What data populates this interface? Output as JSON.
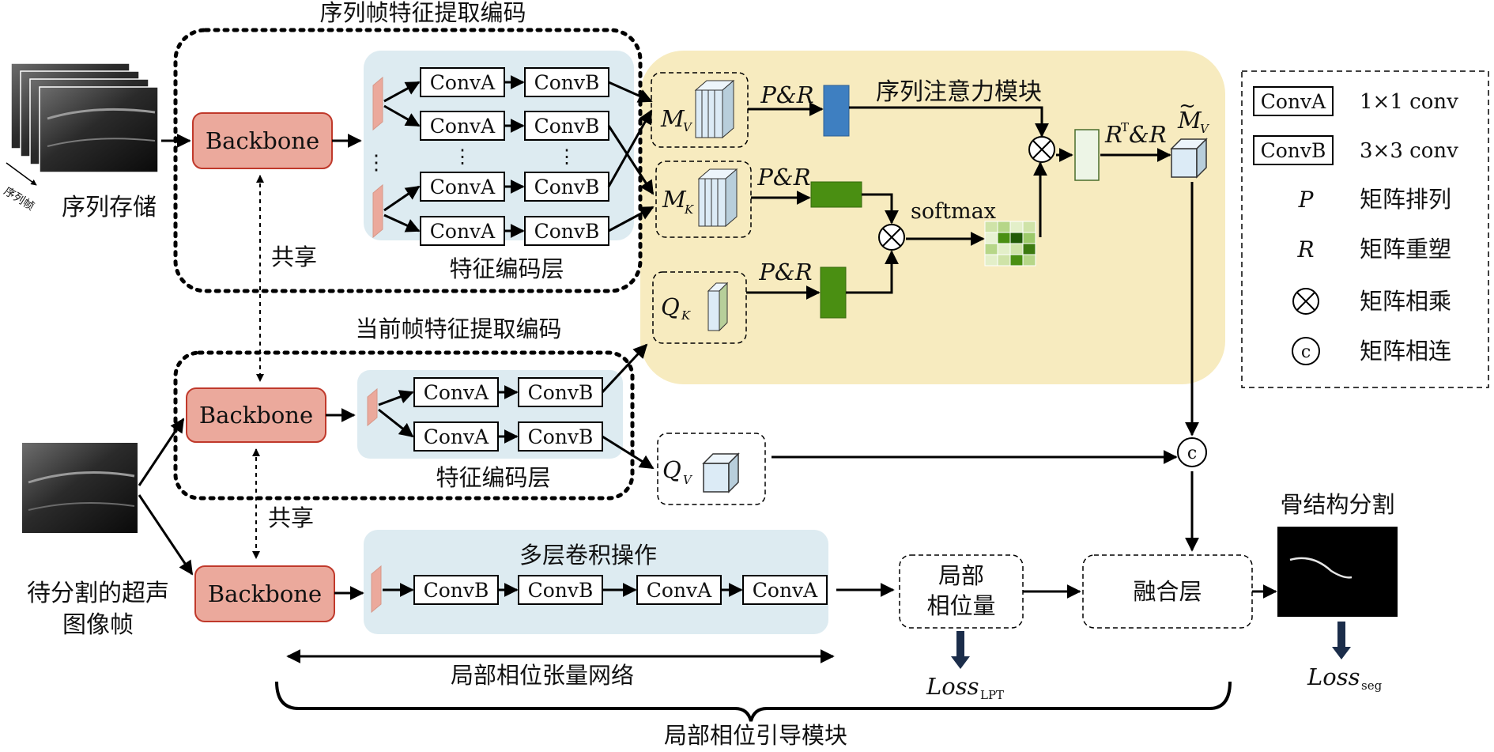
{
  "labels": {
    "seq_encode_title": "序列帧特征提取编码",
    "seq_storage": "序列存储",
    "seq_frames": "序列帧",
    "cur_encode_title": "当前帧特征提取编码",
    "backbone": "Backbone",
    "shared": "共享",
    "feature_encode_layer": "特征编码层",
    "conva": "ConvA",
    "convb": "ConvB",
    "multi_conv": "多层卷积操作",
    "seq_attention": "序列注意力模块",
    "softmax": "softmax",
    "pr": "P&R",
    "rtr_main": "R",
    "rtr_sup": "T",
    "rtr_tail": "&R",
    "m_letter": "M",
    "q_letter": "Q",
    "sub_v": "V",
    "sub_k": "K",
    "local_phase_l1": "局部",
    "local_phase_l2": "相位量",
    "fusion": "融合层",
    "bone_seg": "骨结构分割",
    "input_line1": "待分割的超声",
    "input_line2": "图像帧",
    "lpt_network": "局部相位张量网络",
    "lpg_module": "局部相位引导模块",
    "loss": "Loss",
    "loss_lpt_sub": "LPT",
    "loss_seg_sub": "seg",
    "concat_c": "c"
  },
  "legend": [
    {
      "key": "ConvA",
      "value": "1×1 conv"
    },
    {
      "key": "ConvB",
      "value": "3×3 conv"
    },
    {
      "key": "P",
      "value": "矩阵排列"
    },
    {
      "key": "R",
      "value": "矩阵重塑"
    },
    {
      "key": "⊗",
      "value": "矩阵相乘"
    },
    {
      "key": "c",
      "value": "矩阵相连"
    }
  ],
  "colors": {
    "backbone_fill": "#eba99c",
    "backbone_stroke": "#c0392b",
    "feature_bg": "#ddebf1",
    "attention_bg": "#f7ebbf",
    "green_dark": "#4a8f12",
    "blue_block": "#3e7fc1",
    "cube_face": "#dcebf6"
  }
}
